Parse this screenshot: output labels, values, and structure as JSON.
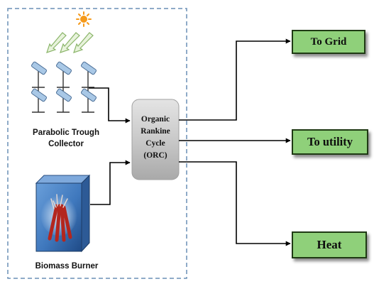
{
  "solar": {
    "label_line1": "Parabolic Trough",
    "label_line2": "Collector"
  },
  "biomass": {
    "label": "Biomass Burner"
  },
  "orc": {
    "line1": "Organic",
    "line2": "Rankine",
    "line3": "Cycle",
    "line4": "(ORC)"
  },
  "outputs": {
    "grid": "To Grid",
    "utility": "To utility",
    "heat": "Heat"
  },
  "icons": [
    "sun-icon",
    "sunlight-arrows-icon",
    "trough-mirror-icon",
    "flame-icon"
  ],
  "colors": {
    "output_fill": "#8fd07a",
    "output_border": "#1f3a14",
    "orc_fill": "#c9c9c9",
    "boundary_dash": "#6a8fb5",
    "burner_blue": "#4a86c8",
    "flame_red": "#b3261e",
    "mirror_blue": "#a9c8e6",
    "sun": "#f59a1b"
  }
}
